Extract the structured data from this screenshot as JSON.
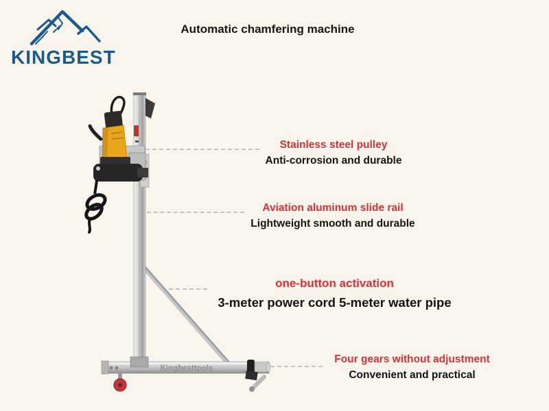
{
  "logo": {
    "brand": "KINGBEST"
  },
  "header": {
    "title": "Automatic chamfering machine"
  },
  "machine": {
    "base_watermark": "Kingbesttools"
  },
  "callouts": [
    {
      "headline": "Stainless steel pulley",
      "subline": "Anti-corrosion and durable"
    },
    {
      "headline": "Aviation aluminum slide rail",
      "subline": "Lightweight smooth and durable"
    },
    {
      "headline": "one-button activation",
      "subline": "3-meter power cord 5-meter water pipe"
    },
    {
      "headline": "Four gears without adjustment",
      "subline": "Convenient and practical"
    }
  ],
  "colors": {
    "background": "#faf5ec",
    "accent_red": "#d23438",
    "text_black": "#141414",
    "logo_blue": "#1d5a8c",
    "motor_yellow": "#e9a51f"
  }
}
